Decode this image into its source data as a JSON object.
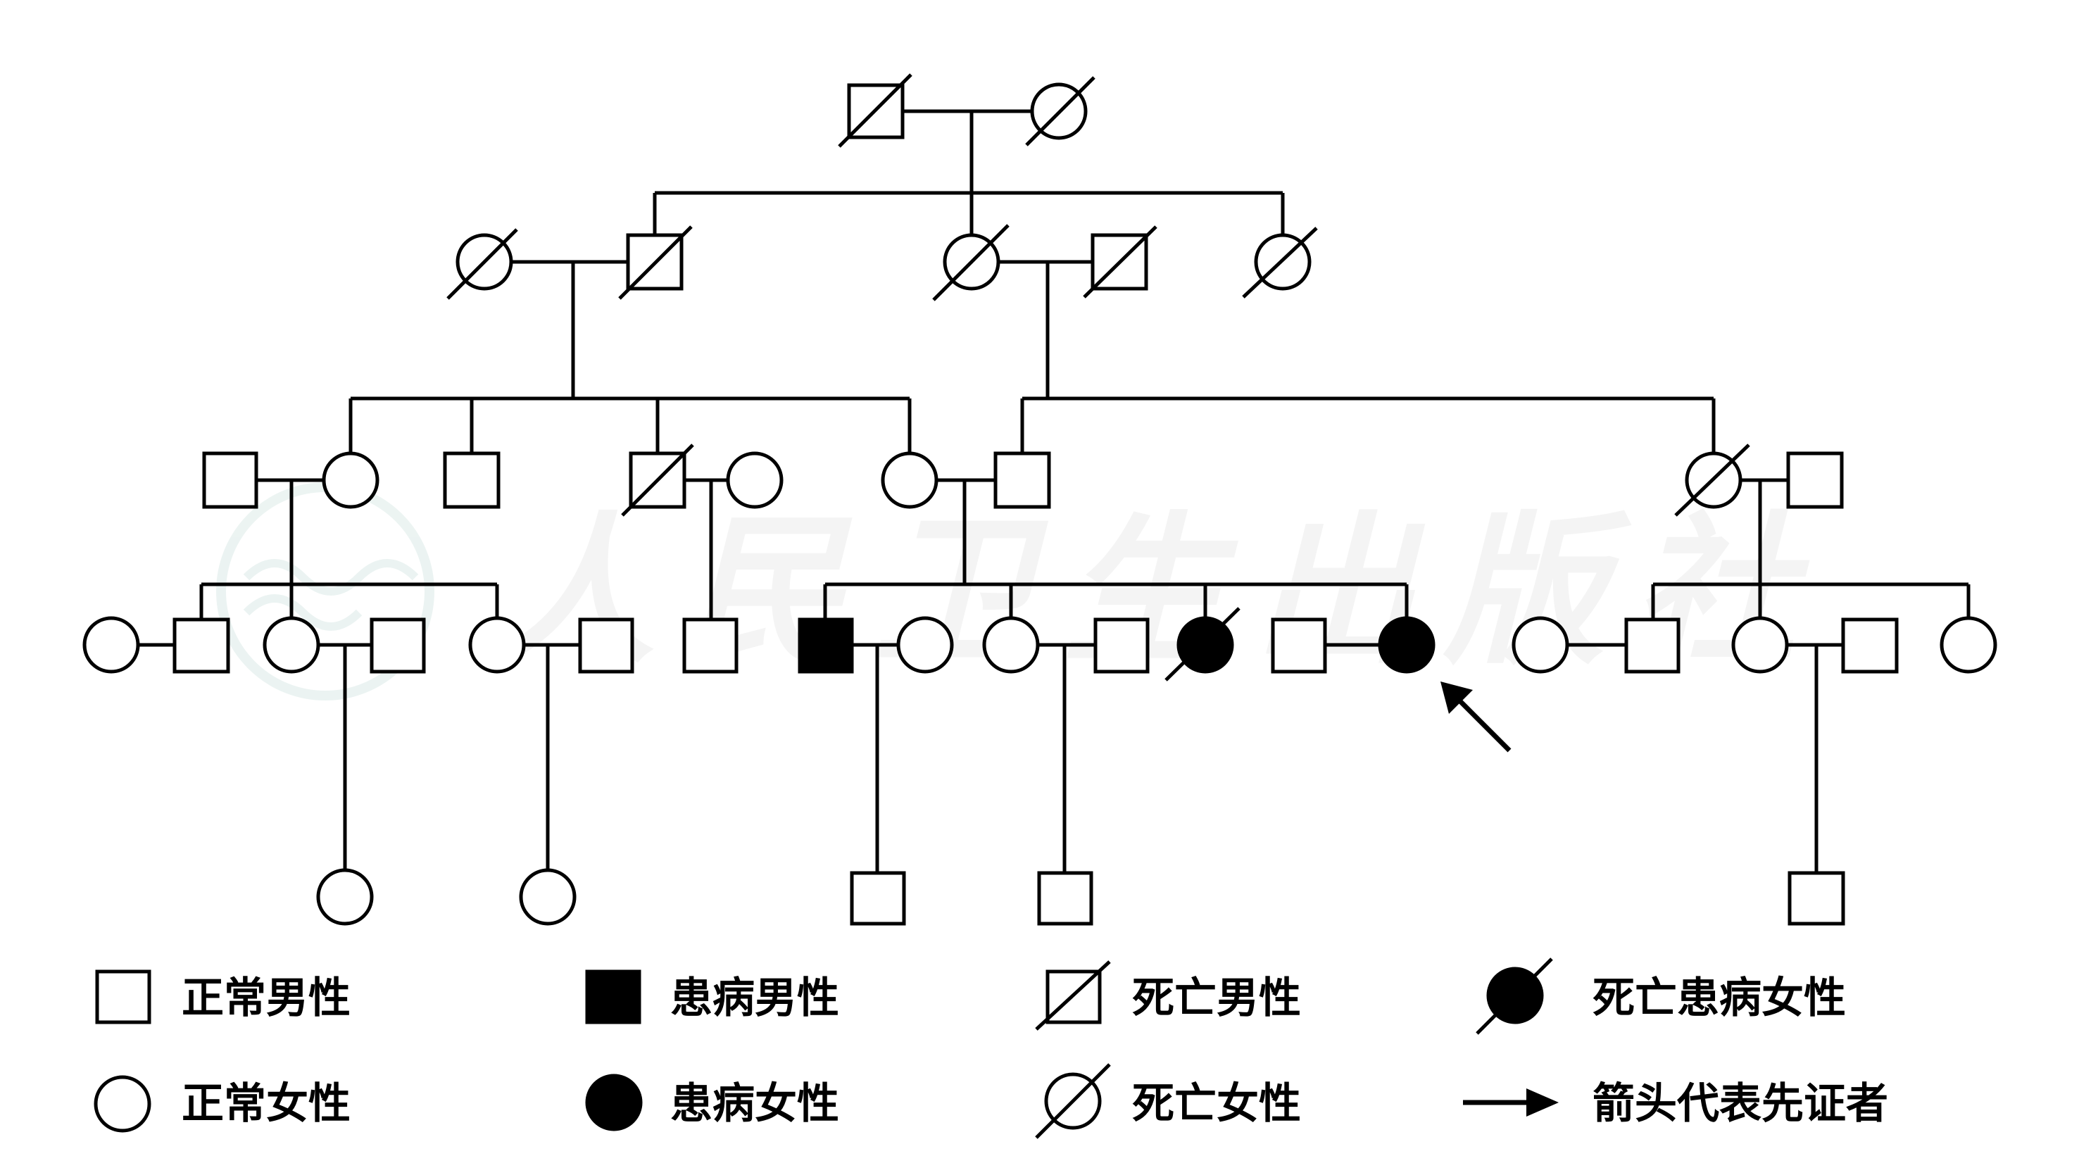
{
  "legend": {
    "normal_male": "正常男性",
    "affected_male": "患病男性",
    "deceased_male": "死亡男性",
    "deceased_affected_female": "死亡患病女性",
    "normal_female": "正常女性",
    "affected_female": "患病女性",
    "deceased_female": "死亡女性",
    "proband_arrow": "箭头代表先证者"
  },
  "watermark": {
    "text": "人民卫生出版社"
  },
  "colors": {
    "line": "#000000",
    "fill_affected": "#000000",
    "fill_normal": "#ffffff",
    "watermark": "#e8f2f0"
  },
  "pedigree": {
    "generations": 5,
    "symbol_semantics": {
      "square": "male",
      "circle": "female",
      "filled": "affected",
      "slash": "deceased",
      "arrow": "proband"
    },
    "individuals": [
      {
        "id": "g1-m",
        "generation": "I",
        "sex": "male",
        "affected": false,
        "deceased": true
      },
      {
        "id": "g1-f",
        "generation": "I",
        "sex": "female",
        "affected": false,
        "deceased": true
      },
      {
        "id": "g2-left-wife",
        "generation": "II",
        "sex": "female",
        "affected": false,
        "deceased": true
      },
      {
        "id": "g2-son",
        "generation": "II",
        "sex": "male",
        "affected": false,
        "deceased": true
      },
      {
        "id": "g2-daughter",
        "generation": "II",
        "sex": "female",
        "affected": false,
        "deceased": true
      },
      {
        "id": "g2-daughter-husband",
        "generation": "II",
        "sex": "male",
        "affected": false,
        "deceased": true
      },
      {
        "id": "g2-daughter-2",
        "generation": "II",
        "sex": "female",
        "affected": false,
        "deceased": true
      },
      {
        "id": "g3-1-husband",
        "generation": "III",
        "sex": "male",
        "affected": false,
        "deceased": false
      },
      {
        "id": "g3-1",
        "generation": "III",
        "sex": "female",
        "affected": false,
        "deceased": false
      },
      {
        "id": "g3-2",
        "generation": "III",
        "sex": "male",
        "affected": false,
        "deceased": false
      },
      {
        "id": "g3-3",
        "generation": "III",
        "sex": "male",
        "affected": false,
        "deceased": true
      },
      {
        "id": "g3-3-wife",
        "generation": "III",
        "sex": "female",
        "affected": false,
        "deceased": false
      },
      {
        "id": "g3-4",
        "generation": "III",
        "sex": "female",
        "affected": false,
        "deceased": false
      },
      {
        "id": "g3-5",
        "generation": "III",
        "sex": "male",
        "affected": false,
        "deceased": false
      },
      {
        "id": "g3-6",
        "generation": "III",
        "sex": "female",
        "affected": false,
        "deceased": true
      },
      {
        "id": "g3-6-husband",
        "generation": "III",
        "sex": "male",
        "affected": false,
        "deceased": false
      },
      {
        "id": "g4-1-wife",
        "generation": "IV",
        "sex": "female",
        "affected": false,
        "deceased": false
      },
      {
        "id": "g4-1",
        "generation": "IV",
        "sex": "male",
        "affected": false,
        "deceased": false
      },
      {
        "id": "g4-2",
        "generation": "IV",
        "sex": "female",
        "affected": false,
        "deceased": false
      },
      {
        "id": "g4-2-husband",
        "generation": "IV",
        "sex": "male",
        "affected": false,
        "deceased": false
      },
      {
        "id": "g4-3",
        "generation": "IV",
        "sex": "female",
        "affected": false,
        "deceased": false
      },
      {
        "id": "g4-3-husband",
        "generation": "IV",
        "sex": "male",
        "affected": false,
        "deceased": false
      },
      {
        "id": "g4-4",
        "generation": "IV",
        "sex": "male",
        "affected": false,
        "deceased": false
      },
      {
        "id": "g4-5",
        "generation": "IV",
        "sex": "male",
        "affected": true,
        "deceased": false
      },
      {
        "id": "g4-5-wife",
        "generation": "IV",
        "sex": "female",
        "affected": false,
        "deceased": false
      },
      {
        "id": "g4-6",
        "generation": "IV",
        "sex": "female",
        "affected": false,
        "deceased": false
      },
      {
        "id": "g4-6-husband",
        "generation": "IV",
        "sex": "male",
        "affected": false,
        "deceased": false
      },
      {
        "id": "g4-7",
        "generation": "IV",
        "sex": "female",
        "affected": true,
        "deceased": true
      },
      {
        "id": "g4-8-husband",
        "generation": "IV",
        "sex": "male",
        "affected": false,
        "deceased": false
      },
      {
        "id": "g4-8",
        "generation": "IV",
        "sex": "female",
        "affected": true,
        "deceased": false,
        "proband": true
      },
      {
        "id": "g4-9",
        "generation": "IV",
        "sex": "female",
        "affected": false,
        "deceased": false
      },
      {
        "id": "g4-9-husband",
        "generation": "IV",
        "sex": "male",
        "affected": false,
        "deceased": false
      },
      {
        "id": "g4-10",
        "generation": "IV",
        "sex": "female",
        "affected": false,
        "deceased": false
      },
      {
        "id": "g4-10-husband",
        "generation": "IV",
        "sex": "male",
        "affected": false,
        "deceased": false
      },
      {
        "id": "g4-11",
        "generation": "IV",
        "sex": "female",
        "affected": false,
        "deceased": false
      },
      {
        "id": "g5-1",
        "generation": "V",
        "sex": "female",
        "affected": false,
        "deceased": false
      },
      {
        "id": "g5-2",
        "generation": "V",
        "sex": "female",
        "affected": false,
        "deceased": false
      },
      {
        "id": "g5-3",
        "generation": "V",
        "sex": "male",
        "affected": false,
        "deceased": false
      },
      {
        "id": "g5-4",
        "generation": "V",
        "sex": "male",
        "affected": false,
        "deceased": false
      },
      {
        "id": "g5-5",
        "generation": "V",
        "sex": "male",
        "affected": false,
        "deceased": false
      }
    ]
  }
}
